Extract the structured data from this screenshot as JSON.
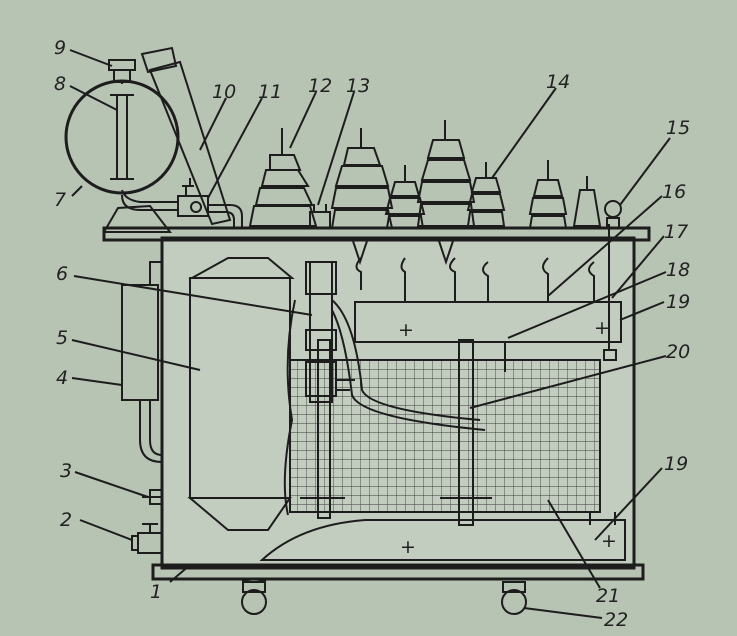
{
  "labels": [
    {
      "id": "1",
      "text": "1"
    },
    {
      "id": "2",
      "text": "2"
    },
    {
      "id": "3",
      "text": "3"
    },
    {
      "id": "4",
      "text": "4"
    },
    {
      "id": "5",
      "text": "5"
    },
    {
      "id": "6",
      "text": "6"
    },
    {
      "id": "7",
      "text": "7"
    },
    {
      "id": "8",
      "text": "8"
    },
    {
      "id": "9",
      "text": "9"
    },
    {
      "id": "10",
      "text": "10"
    },
    {
      "id": "11",
      "text": "11"
    },
    {
      "id": "12",
      "text": "12"
    },
    {
      "id": "13",
      "text": "13"
    },
    {
      "id": "14",
      "text": "14"
    },
    {
      "id": "15",
      "text": "15"
    },
    {
      "id": "16",
      "text": "16"
    },
    {
      "id": "17",
      "text": "17"
    },
    {
      "id": "18",
      "text": "18"
    },
    {
      "id": "19a",
      "text": "19"
    },
    {
      "id": "20",
      "text": "20"
    },
    {
      "id": "19b",
      "text": "19"
    },
    {
      "id": "21",
      "text": "21"
    },
    {
      "id": "22",
      "text": "22"
    }
  ],
  "plus_sign": "+"
}
